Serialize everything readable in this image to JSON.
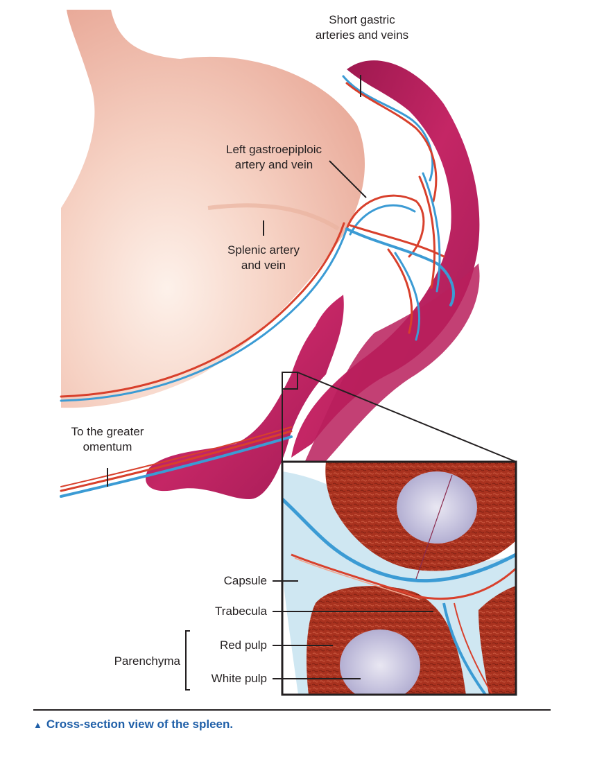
{
  "labels": {
    "short_gastric": [
      "Short gastric",
      "arteries and veins"
    ],
    "left_gastroepiploic": [
      "Left gastroepiploic",
      "artery and vein"
    ],
    "splenic": [
      "Splenic artery",
      "and vein"
    ],
    "greater_omentum": [
      "To the greater",
      "omentum"
    ],
    "capsule": "Capsule",
    "trabecula": "Trabecula",
    "parenchyma": "Parenchyma",
    "red_pulp": "Red pulp",
    "white_pulp": "White pulp"
  },
  "caption": {
    "marker": "▲",
    "text": "Cross-section view of the spleen."
  },
  "colors": {
    "stomach": "#f3c3b4",
    "spleen": "#b8195a",
    "artery": "#d8402c",
    "vein": "#3b9bd4",
    "red_pulp": "#a9321f",
    "white_pulp": "#c9c6e0",
    "capsule": "#cfe7f2",
    "caption": "#1f5fa8"
  }
}
